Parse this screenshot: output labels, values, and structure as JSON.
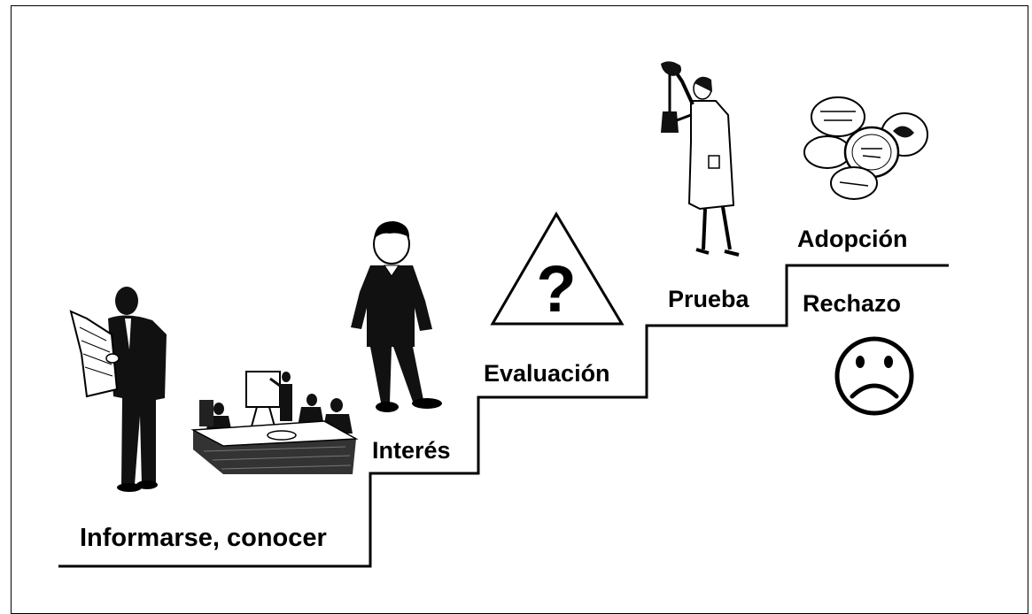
{
  "stages": {
    "informarse": "Informarse, conocer",
    "interes": "Interés",
    "evaluacion": "Evaluación",
    "prueba": "Prueba",
    "adopcion": "Adopción",
    "rechazo": "Rechazo"
  },
  "symbols": {
    "question": "?"
  },
  "icons": [
    "man-reading-newspaper-icon",
    "meeting-presentation-icon",
    "standing-boy-icon",
    "warning-triangle-question-icon",
    "scientist-with-flask-icon",
    "coins-icon",
    "sad-face-icon"
  ],
  "colors": {
    "ink": "#000000",
    "background": "#ffffff"
  }
}
